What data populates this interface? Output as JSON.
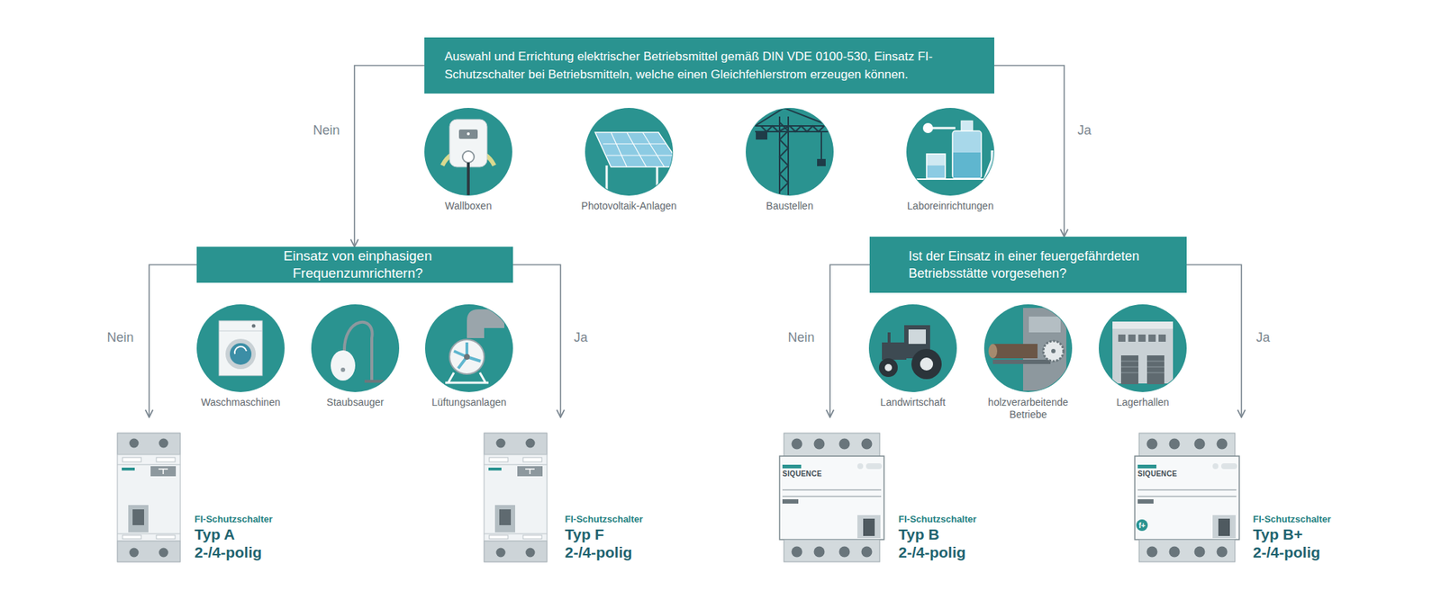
{
  "diagram": {
    "nodes": [
      {
        "text": [
          "Auswahl und Errichtung elektrischer Betriebsmittel gemäß DIN VDE 0100-530, Einsatz FI-Schutzschalter bei Betriebsmitteln, welche einen Gleichfehlerstrom erzeugen können."
        ]
      },
      {
        "text": [
          "Wallboxen"
        ]
      },
      {
        "text": [
          "Photovoltaik-Anlagen"
        ]
      },
      {
        "text": [
          "Baustellen"
        ]
      },
      {
        "text": [
          "Laboreinrichtungen"
        ]
      },
      {
        "text": [
          "Einsatz von einphasigen Frequenzumrichtern?"
        ]
      },
      {
        "text": [
          "Ist der Einsatz in einer feuergefährdeten Betriebsstätte vorgesehen?"
        ]
      },
      {
        "text": [
          "Waschmaschinen"
        ]
      },
      {
        "text": [
          "Staubsauger"
        ]
      },
      {
        "text": [
          "Lüftungsanlagen"
        ]
      },
      {
        "text": [
          "Landwirtschaft"
        ]
      },
      {
        "text": [
          "holzverarbeitende Betriebe"
        ]
      },
      {
        "text": [
          "Lagerhallen"
        ]
      },
      {
        "text": [
          "FI-Schutzschalter",
          "Typ A",
          "2-/4-polig"
        ]
      },
      {
        "text": [
          "FI-Schutzschalter",
          "Typ F",
          "2-/4-polig"
        ]
      },
      {
        "text": [
          "FI-Schutzschalter",
          "Typ B",
          "2-/4-polig"
        ]
      },
      {
        "text": [
          "FI-Schutzschalter",
          "Typ B+",
          "2-/4-polig"
        ]
      }
    ],
    "edges": [
      {
        "from": 0,
        "to": 5,
        "label": "Nein",
        "arrow": "to"
      },
      {
        "from": 0,
        "to": 6,
        "label": "Ja",
        "arrow": "to"
      },
      {
        "from": 5,
        "to": 13,
        "label": "Nein",
        "arrow": "to"
      },
      {
        "from": 5,
        "to": 14,
        "label": "Ja",
        "arrow": "to"
      },
      {
        "from": 6,
        "to": 15,
        "label": "Nein",
        "arrow": "to"
      },
      {
        "from": 6,
        "to": 16,
        "label": "Ja",
        "arrow": "to"
      }
    ],
    "labels": [
      "SIQUENCE",
      "SIQUENCE",
      "f+"
    ]
  }
}
